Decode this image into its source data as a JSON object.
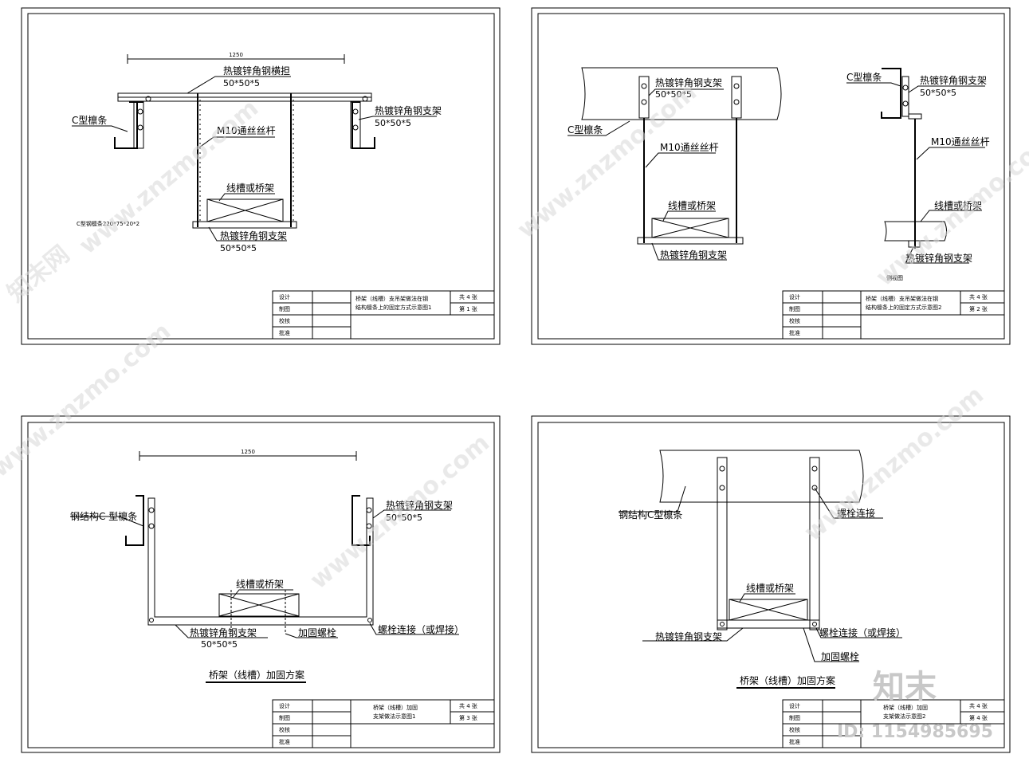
{
  "sheets": [
    {
      "dimension": "1250",
      "labels": {
        "crossbar": "热镀锌角钢横担",
        "crossbar_spec": "50*50*5",
        "bracket_right": "热镀锌角钢支架",
        "bracket_right_spec": "50*50*5",
        "purlin": "C型檩条",
        "rod": "M10通丝丝杆",
        "tray": "线槽或桥架",
        "bottom_bracket": "热镀锌角钢支架",
        "bottom_spec": "50*50*5",
        "note": "C型钢檩条220*75*20*2"
      },
      "titleblock": {
        "rows": [
          "设计",
          "制图",
          "校核",
          "批准"
        ],
        "title_line1": "桥架（线槽）支吊架做法在钢",
        "title_line2": "结构檩条上的固定方式示意图1",
        "total": "共 4 张",
        "sheet": "第 1 张"
      }
    },
    {
      "labels": {
        "bracket_top": "热镀锌角钢支架",
        "bracket_top_spec": "50*50*5",
        "purlin": "C型檩条",
        "rod": "M10通丝丝杆",
        "tray": "线槽或桥架",
        "bottom_bracket": "热镀锌角钢支架",
        "side_purlin": "C型檩条",
        "side_bracket": "热镀锌角钢支架",
        "side_bracket_spec": "50*50*5",
        "side_rod": "M10通丝丝杆",
        "side_tray": "线槽或桥架",
        "side_bottom": "热镀锌角钢支架",
        "side_caption": "侧视图"
      },
      "titleblock": {
        "rows": [
          "设计",
          "制图",
          "校核",
          "批准"
        ],
        "title_line1": "桥架（线槽）支吊架做法在钢",
        "title_line2": "结构檩条上的固定方式示意图2",
        "total": "共 4 张",
        "sheet": "第 2 张"
      }
    },
    {
      "dimension": "1250",
      "labels": {
        "purlin": "钢结构C 型檩条",
        "bracket_right": "热镀锌角钢支架",
        "bracket_right_spec": "50*50*5",
        "tray": "线槽或桥架",
        "bottom_bracket": "热镀锌角钢支架",
        "bottom_spec": "50*50*5",
        "reinforce_bolt": "加固螺栓",
        "bolt_conn": "螺栓连接（或焊接）",
        "caption": "桥架（线槽）加固方案"
      },
      "titleblock": {
        "rows": [
          "设计",
          "制图",
          "校核",
          "批准"
        ],
        "title_line1": "桥架（线槽）加固",
        "title_line2": "支架做法示意图1",
        "total": "共 4 张",
        "sheet": "第 3 张"
      }
    },
    {
      "labels": {
        "purlin": "钢结构C型檩条",
        "bolt_top": "螺栓连接",
        "tray": "线槽或桥架",
        "bottom_bracket": "热镀锌角钢支架",
        "bolt_conn": "螺栓连接（或焊接）",
        "reinforce_bolt": "加固螺栓",
        "caption": "桥架（线槽）加固方案"
      },
      "titleblock": {
        "rows": [
          "设计",
          "制图",
          "校核",
          "批准"
        ],
        "title_line1": "桥架（线槽）加固",
        "title_line2": "支架做法示意图2",
        "total": "共 4 张",
        "sheet": "第 4 张"
      }
    }
  ],
  "watermark": {
    "domain": "www.znzmo.com",
    "brand": "知末网",
    "logo": "知末",
    "id": "ID: 1154985695"
  }
}
